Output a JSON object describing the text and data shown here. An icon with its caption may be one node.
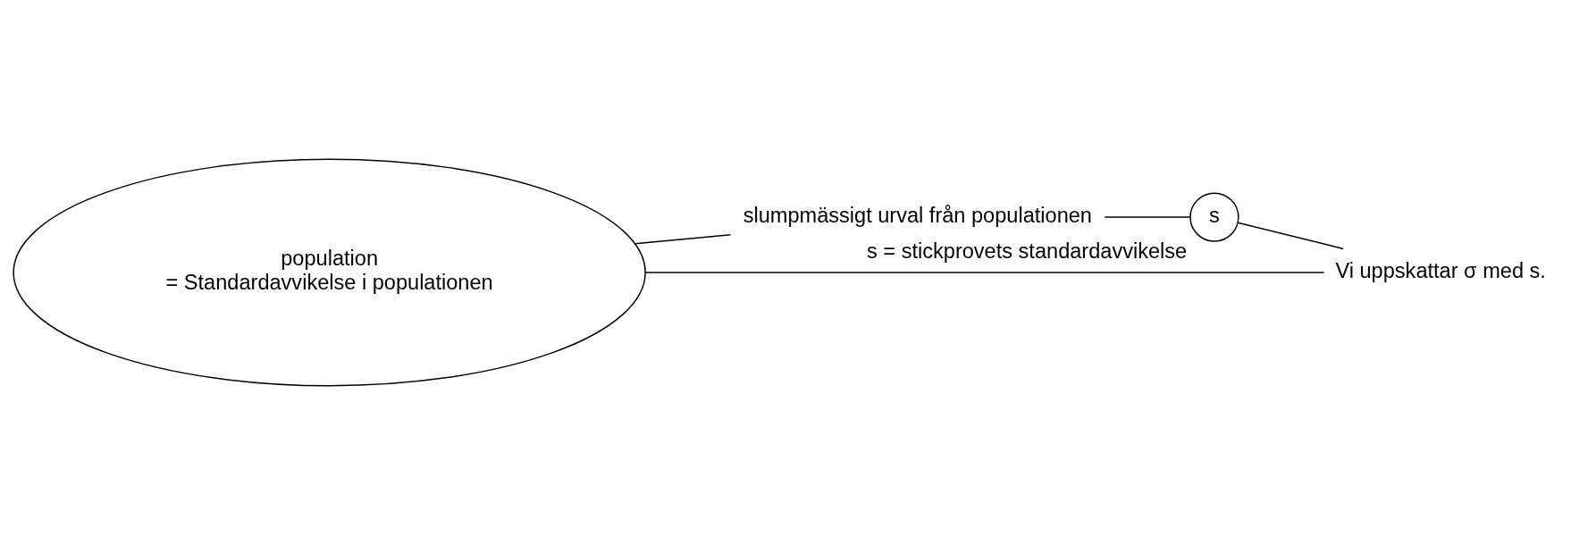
{
  "diagram": {
    "nodes": [
      {
        "text": [
          "population",
          "= Standardavvikelse i populationen"
        ]
      },
      {
        "text": [
          "slumpmässigt urval från populationen"
        ]
      },
      {
        "text": [
          "s"
        ],
        "beside": [
          "s = stickprovets standardavvikelse"
        ]
      },
      {
        "text": [
          "Vi uppskattar σ med s."
        ]
      }
    ],
    "edges": [
      {
        "from": 0,
        "to": 1,
        "arrow": "none"
      },
      {
        "from": 1,
        "to": 2,
        "arrow": "none"
      },
      {
        "from": 2,
        "to": 3,
        "arrow": "none"
      },
      {
        "from": 3,
        "to": 0,
        "arrow": "none"
      }
    ]
  }
}
